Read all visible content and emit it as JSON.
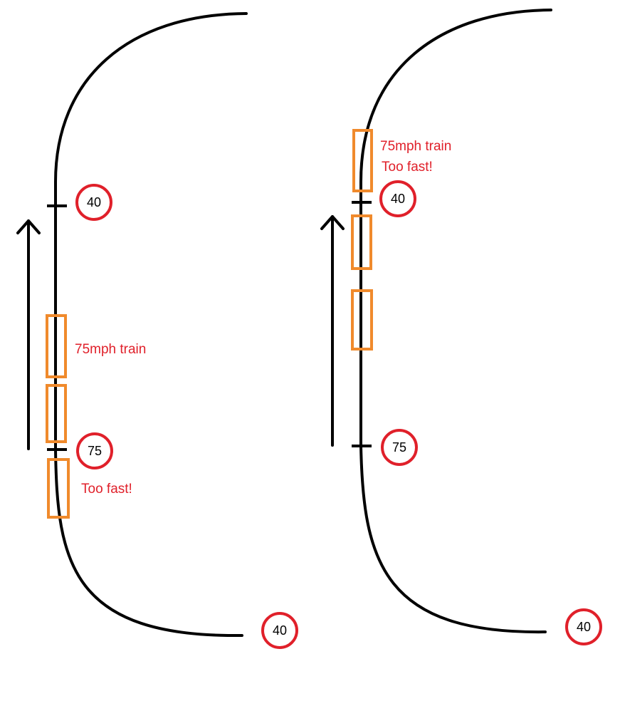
{
  "colors": {
    "track": "#000000",
    "sign_border": "#e0202a",
    "train_car": "#f08a2c",
    "annotation": "#e0202a"
  },
  "left_scenario": {
    "signs": {
      "upper_limit": "40",
      "lower_limit": "75",
      "bottom_limit": "40"
    },
    "annotations": {
      "train_label": "75mph train",
      "warning": "Too fast!"
    }
  },
  "right_scenario": {
    "signs": {
      "upper_limit": "40",
      "lower_limit": "75",
      "bottom_limit": "40"
    },
    "annotations": {
      "train_label": "75mph train",
      "warning": "Too fast!"
    }
  }
}
